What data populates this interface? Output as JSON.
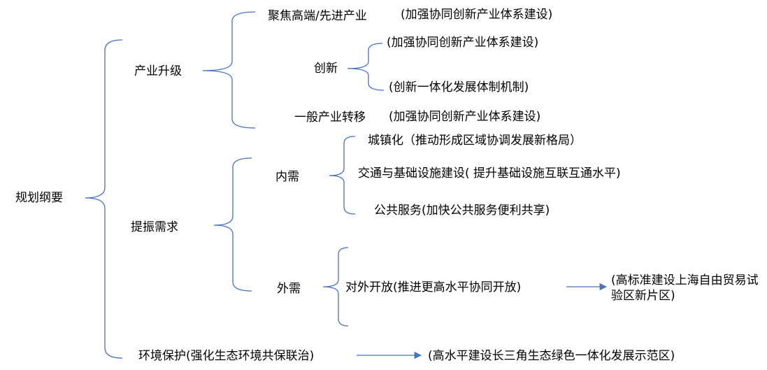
{
  "root": "规划纲要",
  "branch1": {
    "label": "产业升级",
    "item1": "聚焦高端/先进产业",
    "item1_note": "(加强协同创新产业体系建设)",
    "innovation": "创新",
    "innovation_a": "(加强协同创新产业体系建设)",
    "innovation_b": "(创新一体化发展体制机制)",
    "item3": "一般产业转移",
    "item3_note": "(加强协同创新产业体系建设)"
  },
  "branch2": {
    "label": "提振需求",
    "domestic": "内需",
    "domestic_items": [
      "城镇化（推动形成区域协调发展新格局）",
      "交通与基础设施建设( 提升基础设施互联互通水平)",
      "公共服务(加快公共服务便利共享)"
    ],
    "foreign": "外需",
    "foreign_item": "对外开放(推进更高水平协同开放)",
    "foreign_result": "(高标准建设上海自由贸易试验区新片区)"
  },
  "branch3": {
    "label": "环境保护(强化生态环境共保联治)",
    "result": "(高水平建设长三角生态绿色一体化发展示范区)"
  },
  "colors": {
    "connector": "#4472c4",
    "text": "#000000"
  }
}
